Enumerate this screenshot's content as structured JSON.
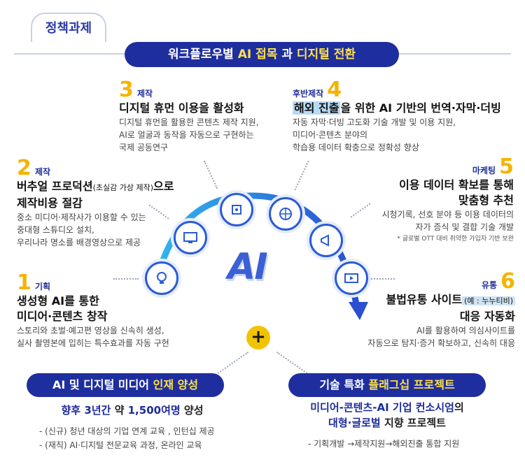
{
  "tag": "정책과제",
  "banner": {
    "pre": "워크플로우별 ",
    "hl1": "AI 접목",
    "mid": " 과 ",
    "hl2": "디지털 전환"
  },
  "items": [
    {
      "num": "1",
      "cat": "기획",
      "title1": "생성형 AI를 통한",
      "title2": "미디어·콘텐츠 창작",
      "desc1": "스토리와 초벌·예고편 영상을 신속히 생성,",
      "desc2": "실사 촬영본에 입히는 특수효과를 자동 구현"
    },
    {
      "num": "2",
      "cat": "제작",
      "title1a": "버추얼 프로덕션",
      "title1b": "(초실감 가상 제작)",
      "title1c": "으로",
      "title2": "제작비용 절감",
      "desc1": "중소 미디어·제작사가 이용할 수 있는",
      "desc2": "중대형 스튜디오 설치,",
      "desc3": "우리나라 명소를 배경영상으로 제공"
    },
    {
      "num": "3",
      "cat": "제작",
      "title1": "디지털 휴먼 이용을 활성화",
      "desc1": "디지털 휴먼을 활용한 콘텐츠 제작 지원,",
      "desc2": "AI로 얼굴과 동작을 자동으로 구현하는",
      "desc3": "국제 공동연구"
    },
    {
      "num": "4",
      "cat": "후반제작",
      "title_hl": "해외 진출",
      "title_rest": "을 위한 AI 기반의 번역·자막·더빙",
      "desc1": "자동 자막·더빙 고도화 기술 개발 및 이용 지원,",
      "desc2": "미디어·콘텐츠 분야의",
      "desc3": "학습용 데이터 확충으로 정확성 향상"
    },
    {
      "num": "5",
      "cat": "마케팅",
      "title1": "이용 데이터 확보를 통해",
      "title2": "맞춤형 추천",
      "desc1": "시청기록, 선호 분야 등 이용 데이터의",
      "desc2": "자가 증식 및 결합 기술 개발",
      "note": "* 글로벌 OTT 대비 취약한 가입자 기반 보완"
    },
    {
      "num": "6",
      "cat": "유통",
      "title1a": "불법유통 사이트",
      "title1b": "(예 : 누누티비)",
      "title2": "대응 자동화",
      "desc1": "AI를 활용하여 의심사이트를",
      "desc2": "자동으로 탐지·증거 확보하고, 신속히 대응"
    }
  ],
  "center_label": "AI",
  "plus": "+",
  "left_pill": {
    "pre": "AI 및 디지털  미디어 ",
    "hl": "인재 양성"
  },
  "left_sub": {
    "hl1": "향후 3년간",
    "mid": " 약 ",
    "hl2": "1,500여명",
    "post": " 양성"
  },
  "left_lines": [
    "- (신규) 청년 대상의 기업 연계 교육 , 인턴십 제공",
    "- (재직) AI·디지털  전문교육 과정, 온라인 교육"
  ],
  "right_pill": {
    "pre": "기술 특화 ",
    "hl": "플래그십 프로젝트"
  },
  "right_sub1": {
    "pre": "미디어-콘텐츠-AI 기업 컨소시엄",
    "post": "의"
  },
  "right_sub2": {
    "hl": "대형·글로벌",
    "post": " 지향 프로젝트"
  },
  "right_line": "- 기획개발  →제작지원→해외진출  통합 지원",
  "colors": {
    "navy": "#1f2e9e",
    "yellow": "#f5b400",
    "blue": "#2a5bd7"
  }
}
